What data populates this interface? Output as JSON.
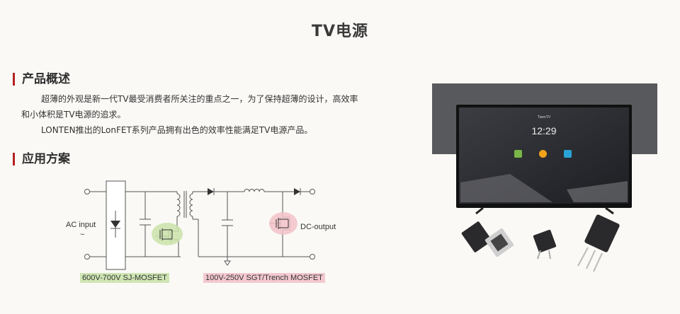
{
  "page": {
    "title": "TV电源"
  },
  "overview": {
    "heading": "产品概述",
    "line1": "超薄的外观是新一代TV最受消费者所关注的重点之一，为了保持超薄的设计，高效率",
    "line2": "和小体积是TV电源的追求。",
    "line3": "LONTEN推出的LonFET系列产品拥有出色的效率性能满足TV电源产品。"
  },
  "solution": {
    "heading": "应用方案",
    "ac_input": "AC input",
    "ac_symbol": "~",
    "dc_output": "DC-output",
    "tag_sj": "600V-700V  SJ-MOSFET",
    "tag_sgt": "100V-250V  SGT/Trench MOSFET",
    "highlight_colors": {
      "green": "#cfe6b4",
      "pink": "#f3c9cf"
    }
  },
  "tv_screen": {
    "brand": "TizenTV",
    "clock": "12:29",
    "apps": [
      {
        "icon": "gallery-app-icon",
        "color": "#7ab648"
      },
      {
        "icon": "wifi-app-icon",
        "color": "#f2a31b"
      },
      {
        "icon": "display-app-icon",
        "color": "#29a3d6"
      }
    ]
  }
}
